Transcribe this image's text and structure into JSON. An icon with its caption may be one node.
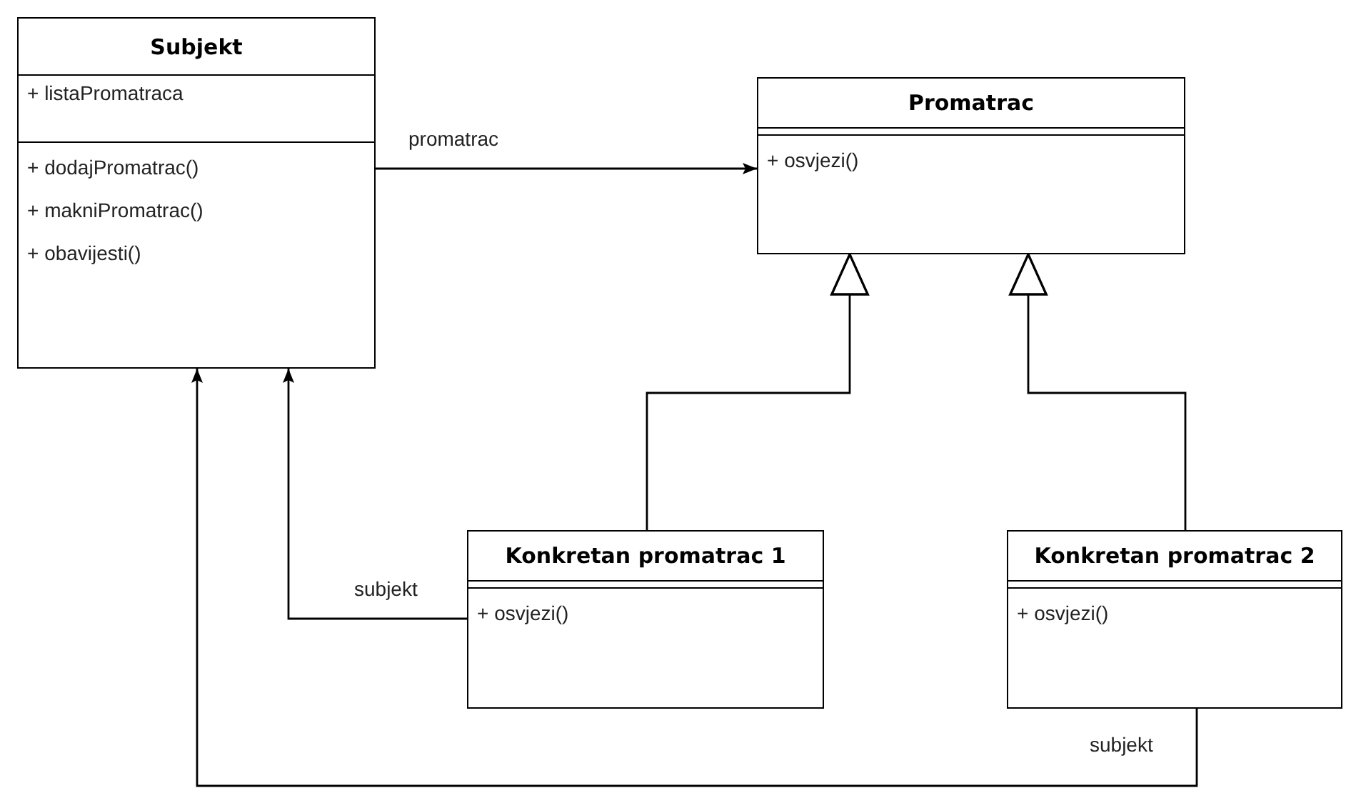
{
  "diagram": {
    "nodes": [
      {
        "text": [
          "Subjekt",
          "+ listaPromatraca",
          "+ dodajPromatrac()",
          "+ makniPromatrac()",
          "+ obavijesti()"
        ]
      },
      {
        "text": [
          "Promatrac",
          "+ osvjezi()"
        ]
      },
      {
        "text": [
          "Konkretan promatrac 1",
          "+ osvjezi()"
        ]
      },
      {
        "text": [
          "Konkretan promatrac 2",
          "+ osvjezi()"
        ]
      }
    ],
    "edges": [
      {
        "from": 0,
        "to": 1,
        "arrow": "to",
        "label": "promatrac"
      },
      {
        "from": 2,
        "to": 1,
        "arrow": "to"
      },
      {
        "from": 3,
        "to": 1,
        "arrow": "to"
      },
      {
        "from": 2,
        "to": 0,
        "arrow": "to",
        "label": "subjekt"
      },
      {
        "from": 3,
        "to": 0,
        "arrow": "to",
        "label": "subjekt"
      }
    ]
  }
}
